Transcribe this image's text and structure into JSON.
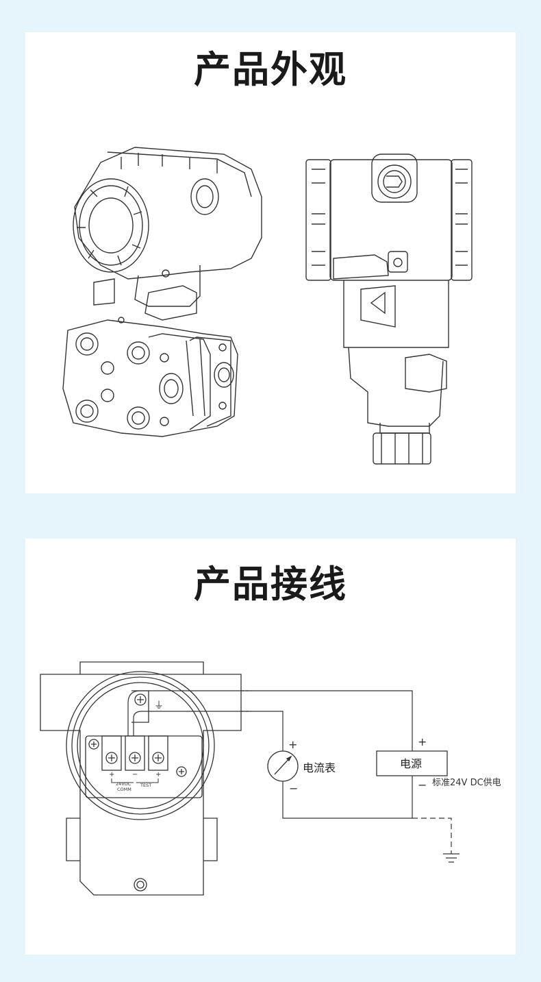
{
  "appearance": {
    "title": "产品外观"
  },
  "wiring": {
    "title": "产品接线",
    "terminal_caption_1": "24VDC",
    "terminal_caption_2": "COMM",
    "terminal_caption_3": "TEST",
    "terminal_sign_plus": "+",
    "terminal_sign_minus": "−",
    "ground_symbol": "⏚",
    "meter_label": "电流表",
    "meter_plus": "+",
    "meter_minus": "−",
    "power_label": "电源",
    "power_plus": "+",
    "power_minus": "−",
    "power_note": "标准24V DC供电"
  },
  "colors": {
    "background": "#e6f4fc",
    "panel": "#ffffff",
    "line": "#333333",
    "title": "#1a1a1a"
  }
}
